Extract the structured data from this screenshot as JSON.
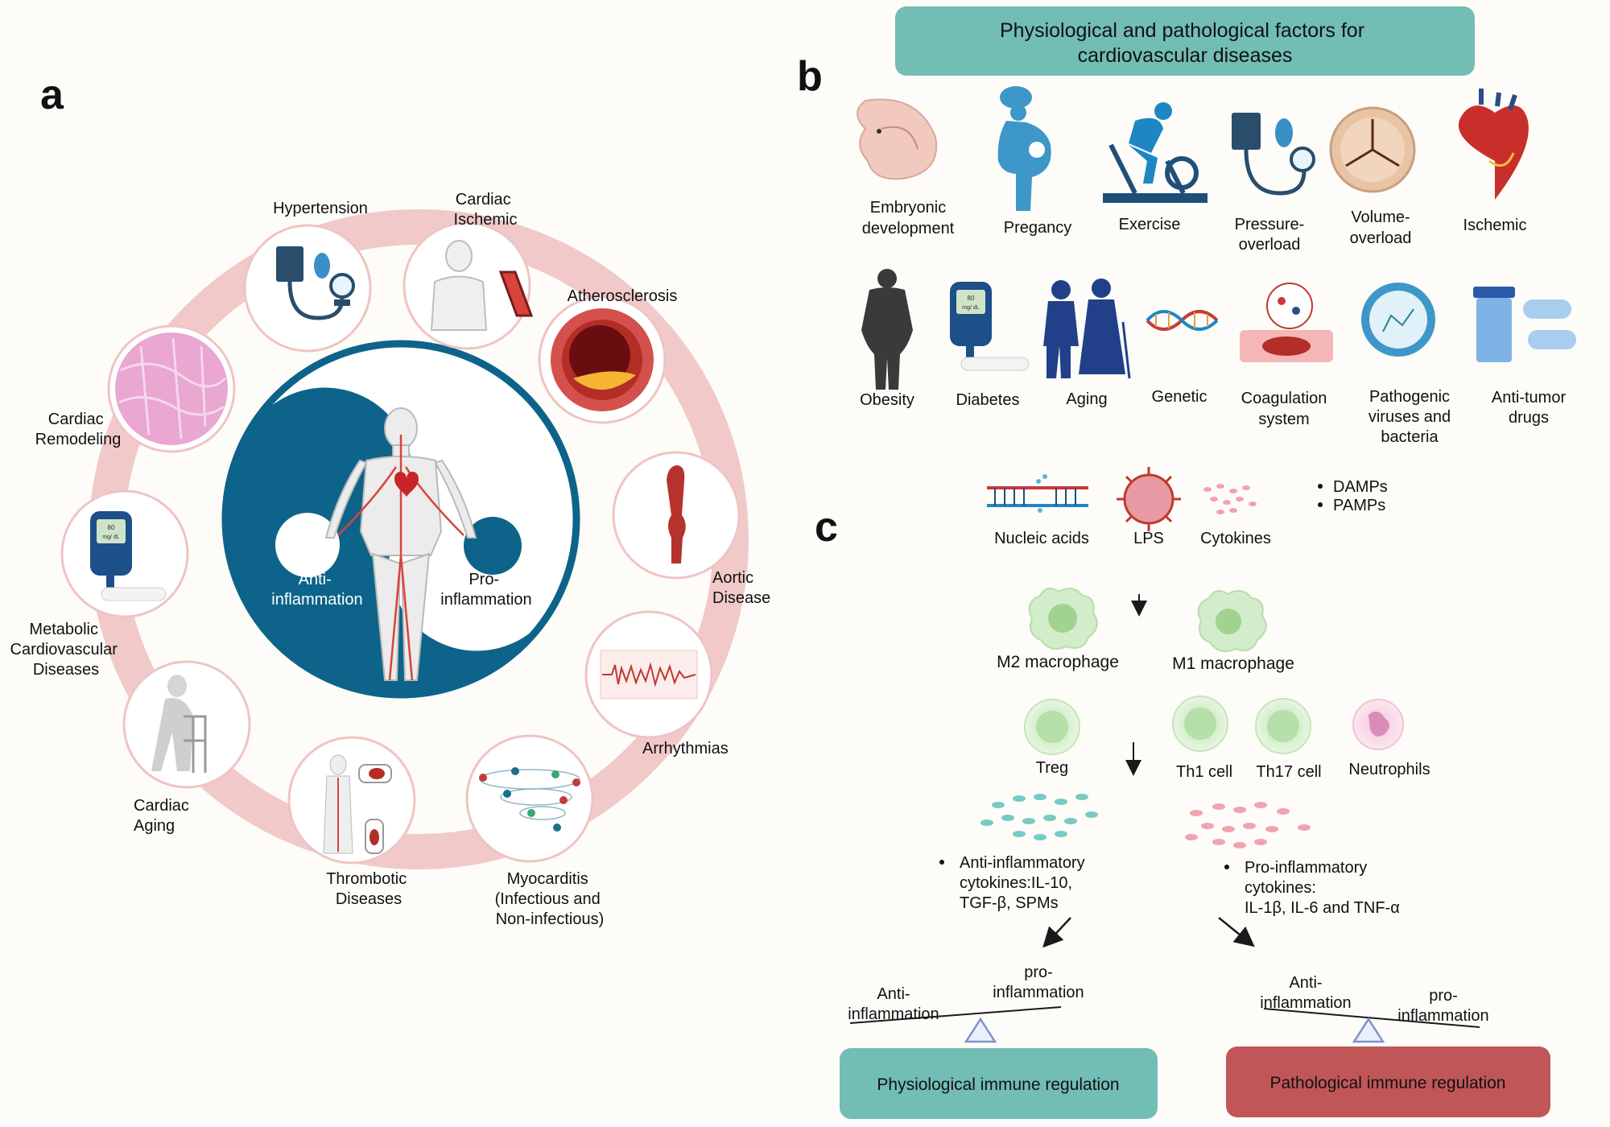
{
  "panel_a": {
    "letter": "a",
    "center": {
      "anti": [
        "Anti-",
        "inflammation"
      ],
      "pro": [
        "Pro-",
        "inflammation"
      ]
    },
    "items": [
      {
        "key": "hypertension",
        "icon": "blood-pressure-monitor-icon",
        "label": [
          "Hypertension"
        ]
      },
      {
        "key": "cardiac-ischemic",
        "icon": "chest-pain-person-icon",
        "label": [
          "Cardiac",
          "Ischemic"
        ]
      },
      {
        "key": "atherosclerosis",
        "icon": "plaque-artery-section-icon",
        "label": [
          "Atherosclerosis"
        ]
      },
      {
        "key": "aortic-disease",
        "icon": "aorta-icon",
        "label": [
          "Aortic",
          "Disease"
        ]
      },
      {
        "key": "arrhythmias",
        "icon": "ecg-strip-icon",
        "label": [
          "Arrhythmias"
        ]
      },
      {
        "key": "myocarditis",
        "icon": "cell-vortex-icon",
        "label": [
          "Myocarditis",
          "(Infectious and",
          "Non-infectious)"
        ]
      },
      {
        "key": "thrombotic",
        "icon": "thrombus-vessel-icon",
        "label": [
          "Thrombotic",
          "Diseases"
        ]
      },
      {
        "key": "cardiac-aging",
        "icon": "elderly-walker-icon",
        "label": [
          "Cardiac",
          "Aging"
        ]
      },
      {
        "key": "metabolic",
        "icon": "glucose-meter-icon",
        "label": [
          "Metabolic",
          "Cardiovascular",
          "Diseases"
        ]
      },
      {
        "key": "cardiac-remodeling",
        "icon": "myocardial-tissue-icon",
        "label": [
          "Cardiac",
          "Remodeling"
        ]
      }
    ]
  },
  "panel_b": {
    "letter": "b",
    "title": [
      "Physiological and pathological factors for",
      "cardiovascular diseases"
    ],
    "row1": [
      {
        "icon": "embryo-icon",
        "label": [
          "Embryonic",
          "development"
        ]
      },
      {
        "icon": "pregnant-woman-icon",
        "label": [
          "Pregancy"
        ]
      },
      {
        "icon": "exercise-bike-icon",
        "label": [
          "Exercise"
        ]
      },
      {
        "icon": "blood-pressure-monitor-icon",
        "label": [
          "Pressure-",
          "overload"
        ]
      },
      {
        "icon": "heart-valve-icon",
        "label": [
          "Volume-",
          "overload"
        ]
      },
      {
        "icon": "anatomical-heart-icon",
        "label": [
          "Ischemic"
        ]
      }
    ],
    "row2": [
      {
        "icon": "obese-person-icon",
        "label": [
          "Obesity"
        ]
      },
      {
        "icon": "glucose-meter-icon",
        "label": [
          "Diabetes"
        ]
      },
      {
        "icon": "elderly-couple-icon",
        "label": [
          "Aging"
        ]
      },
      {
        "icon": "dna-helix-icon",
        "label": [
          "Genetic"
        ]
      },
      {
        "icon": "blood-clot-icon",
        "label": [
          "Coagulation",
          "system"
        ]
      },
      {
        "icon": "virus-icon",
        "label": [
          "Pathogenic",
          "viruses and",
          "bacteria"
        ]
      },
      {
        "icon": "pill-bottle-icon",
        "label": [
          "Anti-tumor",
          "drugs"
        ]
      }
    ]
  },
  "panel_c": {
    "letter": "c",
    "signals": [
      "Nucleic acids",
      "LPS",
      "Cytokines"
    ],
    "patterns": [
      "DAMPs",
      "PAMPs"
    ],
    "macrophages": [
      "M2 macrophage",
      "M1 macrophage"
    ],
    "cells": [
      "Treg",
      "Th1 cell",
      "Th17 cell",
      "Neutrophils"
    ],
    "anti_cytokines": [
      "Anti-inflammatory",
      "cytokines:IL-10,",
      "TGF-β, SPMs"
    ],
    "pro_cytokines": [
      "Pro-inflammatory",
      "cytokines:",
      "IL-1β, IL-6 and TNF-α"
    ],
    "scale_left": {
      "high": [
        "Anti-",
        "inflammation"
      ],
      "low": [
        "pro-",
        "inflammation"
      ]
    },
    "scale_right": {
      "high": [
        "Anti-",
        "inflammation"
      ],
      "low": [
        "pro-",
        "inflammation"
      ]
    },
    "outcome_left": "Physiological immune regulation",
    "outcome_right": "Pathological immune regulation"
  },
  "colors": {
    "teal": "#72bdb4",
    "red": "#c05657",
    "navy": "#0d6389",
    "ring": "#f1c9c9",
    "ink": "#1a1a1a"
  }
}
